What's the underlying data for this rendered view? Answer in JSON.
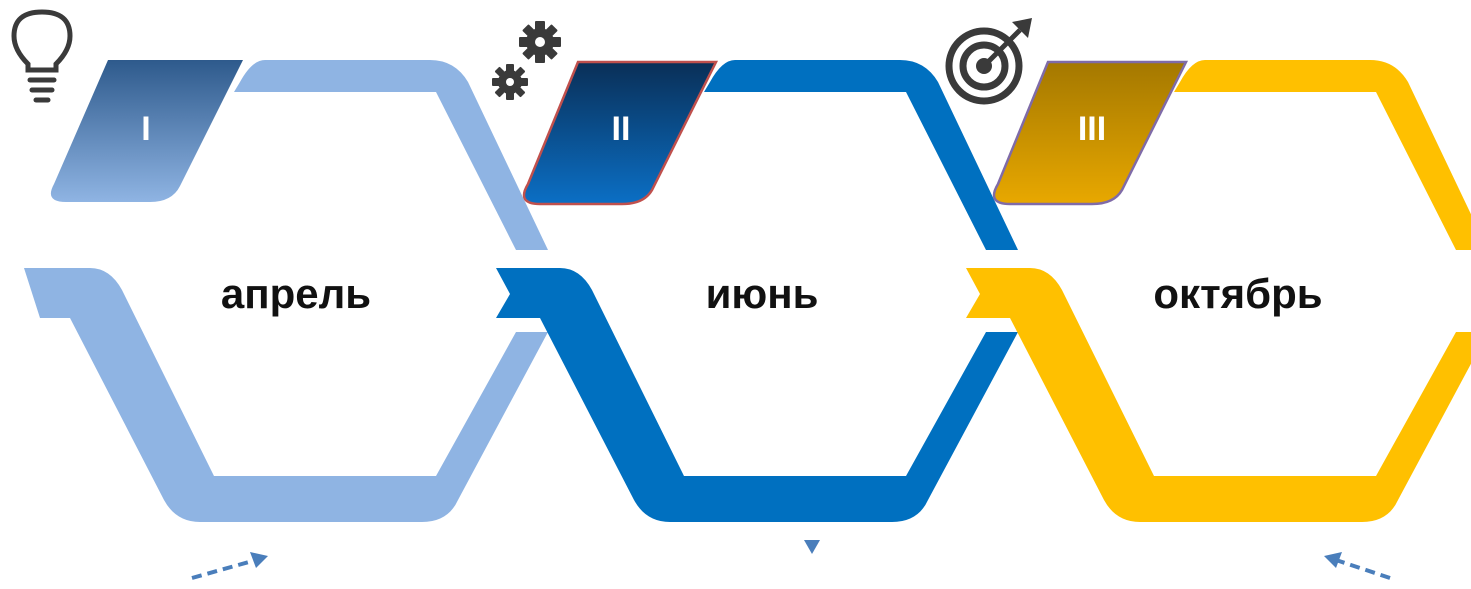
{
  "stages": [
    {
      "numeral": "I",
      "month": "апрель",
      "icon": "lightbulb-icon",
      "color": "#8FB4E3",
      "tab_top": "#2E5A8C",
      "tab_bottom": "#8FB4E3"
    },
    {
      "numeral": "II",
      "month": "июнь",
      "icon": "gears-icon",
      "color": "#0070C0",
      "tab_top": "#0A2F57",
      "tab_bottom": "#0B6FC5"
    },
    {
      "numeral": "III",
      "month": "октябрь",
      "icon": "target-icon",
      "color": "#FFC000",
      "tab_top": "#A47800",
      "tab_bottom": "#E8A800"
    }
  ],
  "icon_color": "#3A3A3A",
  "arrow_color": "#4A7EBB",
  "text_color": "#111111"
}
